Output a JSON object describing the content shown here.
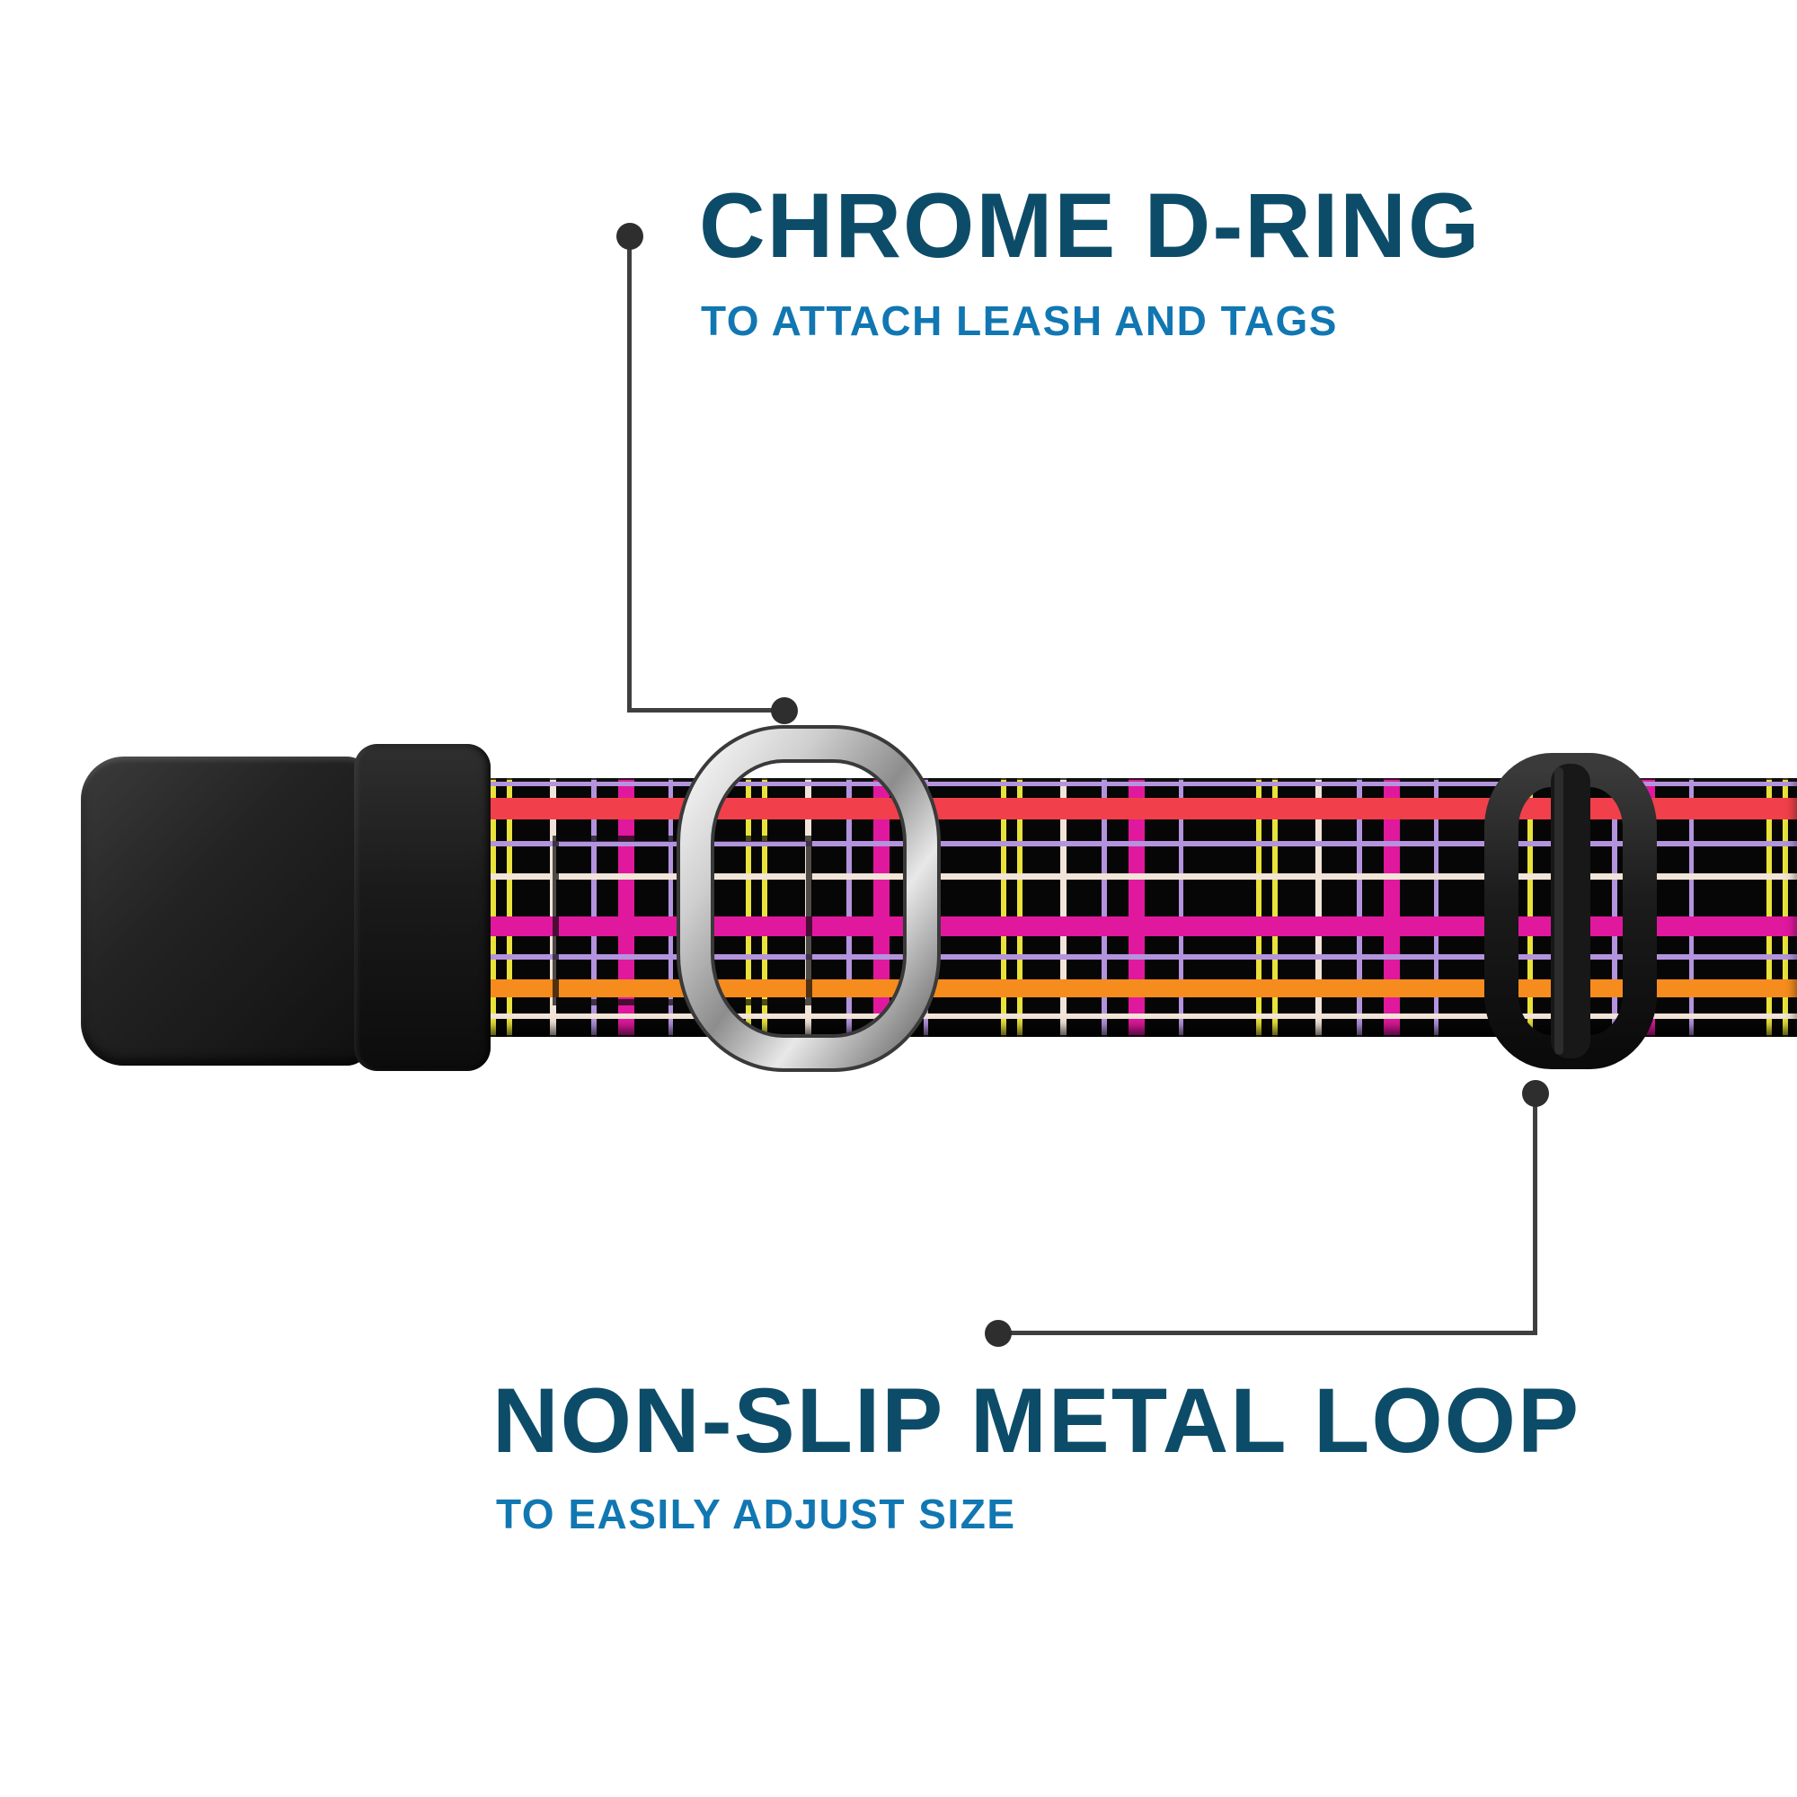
{
  "callouts": {
    "d_ring": {
      "title": "CHROME D-RING",
      "subtitle": "TO ATTACH LEASH AND TAGS"
    },
    "metal_loop": {
      "title": "NON-SLIP METAL LOOP",
      "subtitle": "TO EASILY ADJUST SIZE"
    }
  },
  "colors": {
    "callout_title": "#0d4c68",
    "callout_subtitle": "#1177b2",
    "callout_line": "#3f3f3f",
    "callout_dot": "#2e2e2e",
    "plaid_red": "#f1404b",
    "plaid_orange": "#f68c1e",
    "plaid_magenta": "#e0189e",
    "plaid_lavender": "#b393dd",
    "plaid_yellow": "#e8e23a",
    "plaid_cream": "#f2e4d8",
    "webbing_base": "#060606",
    "hardware_chrome": "#c9c9c9",
    "hardware_plastic": "#1d1d1d",
    "background": "#ffffff"
  },
  "product_parts": {
    "buckle": "black side-release buckle",
    "webbing": "black plaid collar webbing",
    "d_ring": "chrome D-ring",
    "slider": "black tri-glide metal loop slider"
  }
}
